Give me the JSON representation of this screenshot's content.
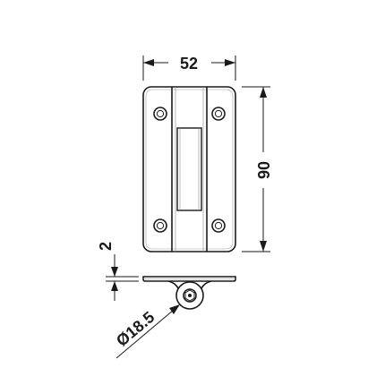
{
  "dimensions": {
    "width": "52",
    "height": "90",
    "thickness": "2",
    "diameter": "Ø18.5"
  }
}
